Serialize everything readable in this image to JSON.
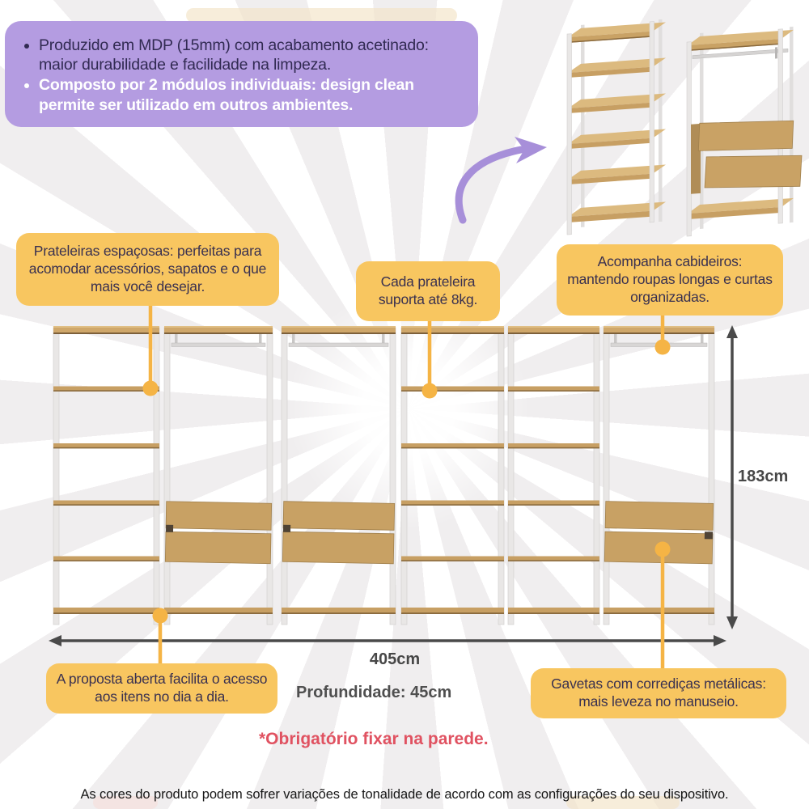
{
  "info_box": {
    "items": [
      "Produzido em MDP (15mm) com acabamento acetinado: maior durabilidade e facilidade na limpeza.",
      "Composto por 2 módulos individuais: design clean permite ser utilizado em outros ambientes."
    ]
  },
  "callouts": {
    "shelves": "Prateleiras espaçosas: perfeitas para acomodar acessórios, sapatos e o que mais você desejar.",
    "capacity": "Cada prateleira suporta até 8kg.",
    "hangers": "Acompanha cabideiros: mantendo roupas longas e curtas organizadas.",
    "open_access": "A proposta aberta facilita o acesso aos itens no dia a dia.",
    "drawers": "Gavetas com corrediças metálicas: mais leveza no manuseio."
  },
  "dimensions": {
    "height_label": "183cm",
    "width_label": "405cm",
    "depth_label": "Profundidade: 45cm"
  },
  "warning": "*Obrigatório fixar na parede.",
  "disclaimer": "As cores do produto podem sofrer variações de tonalidade de acordo com as configurações do seu dispositivo.",
  "colors": {
    "accent_purple": "#b49ce1",
    "callout_yellow": "#f8c660",
    "connector_yellow": "#f5b445",
    "warning_red": "#e05261",
    "dimension_gray": "#474747",
    "wood": "#c79f63",
    "frame_white": "#e9e7e6"
  }
}
